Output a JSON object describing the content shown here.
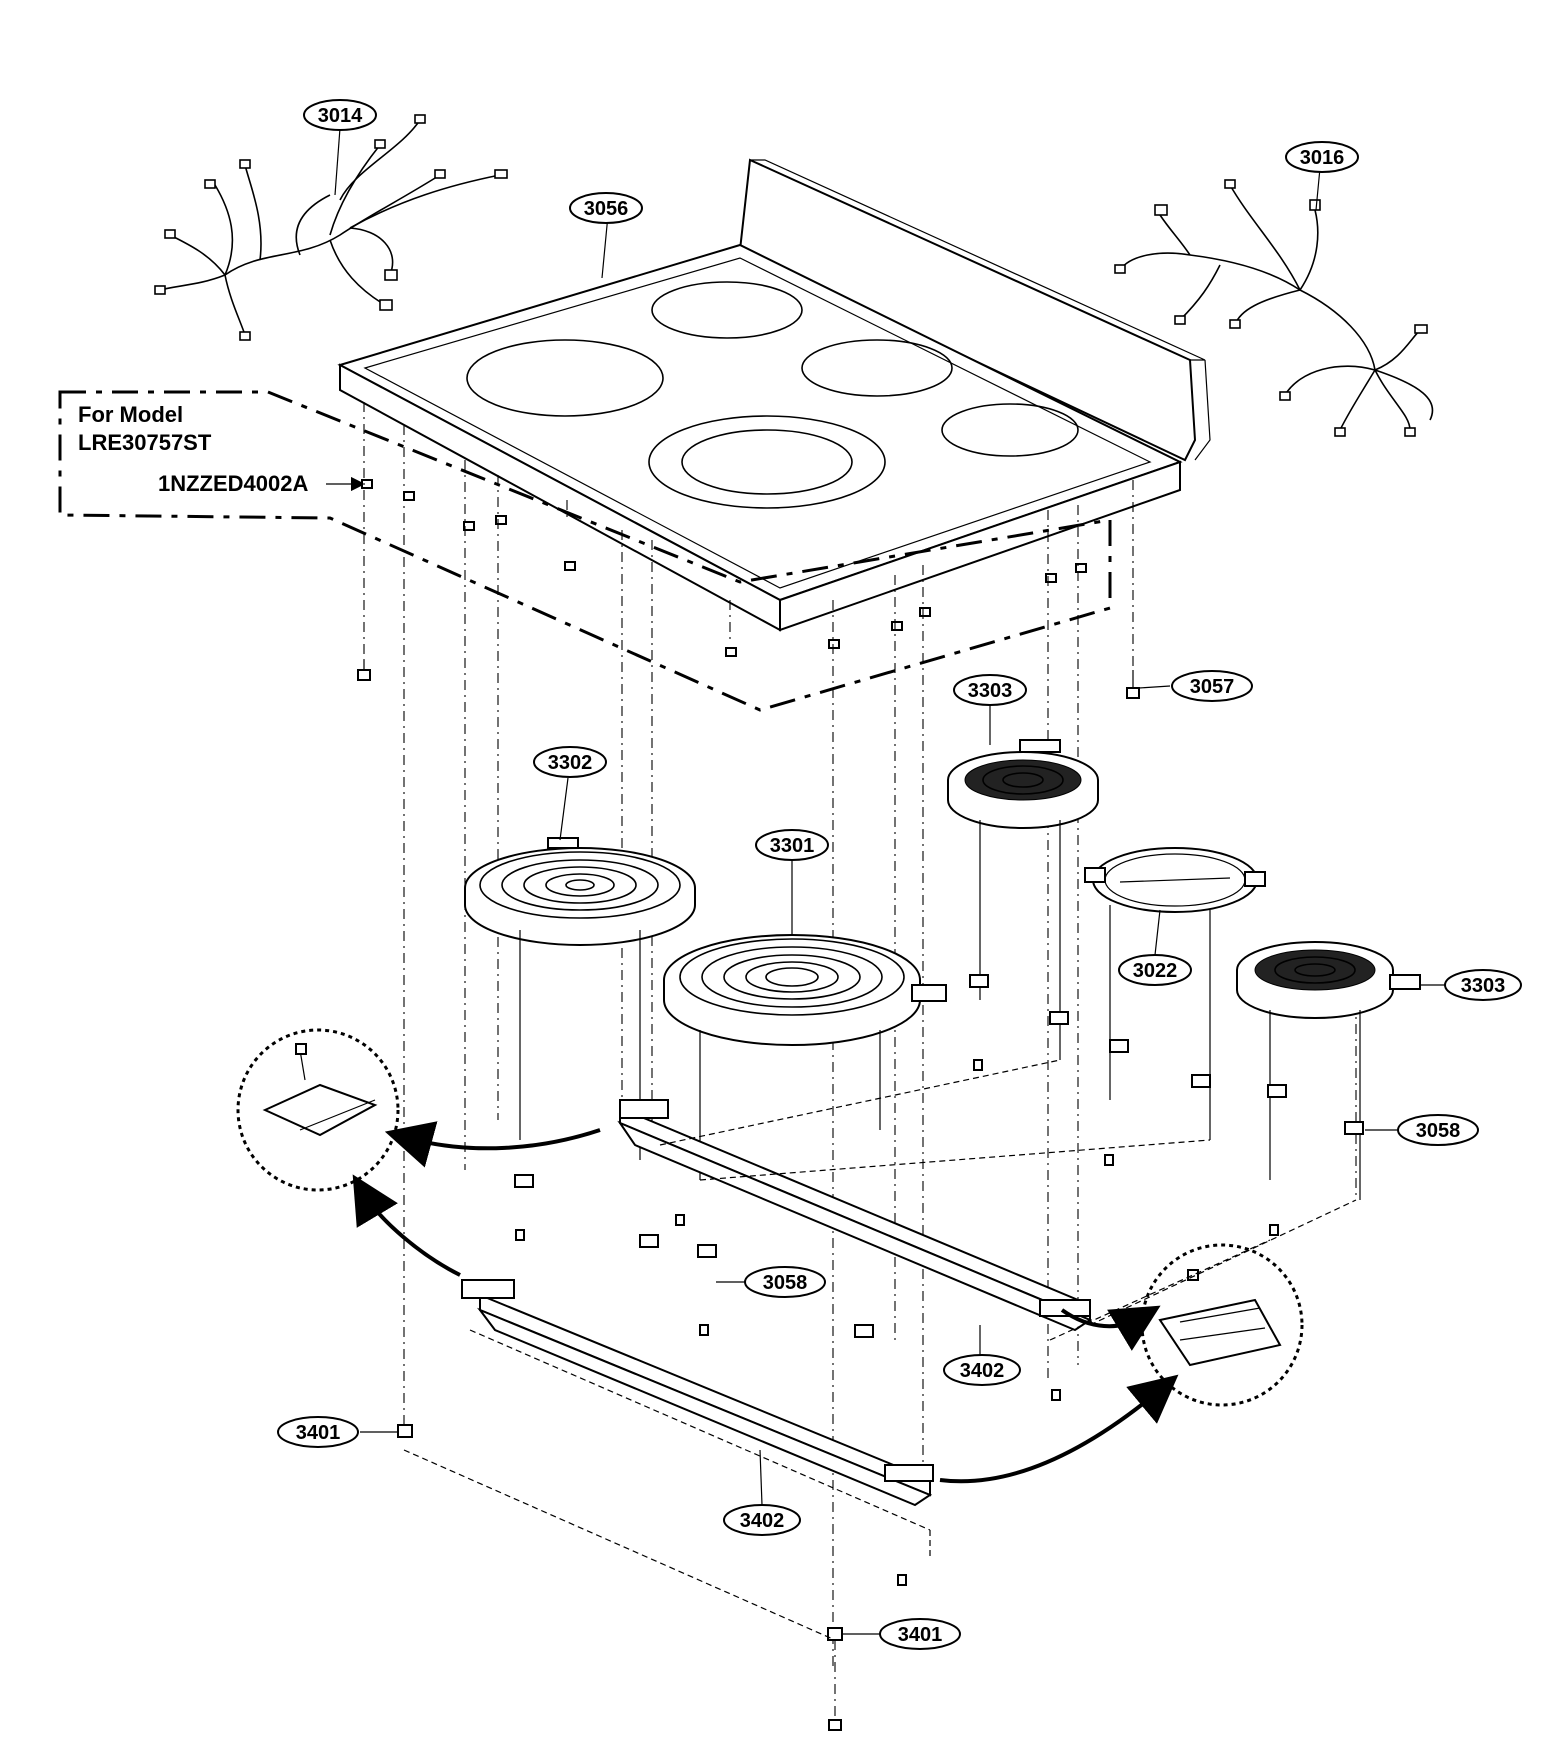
{
  "model_note": {
    "line1": "For Model",
    "line2": "LRE30757ST",
    "part": "1NZZED4002A"
  },
  "callouts": {
    "c3014": "3014",
    "c3056": "3056",
    "c3016": "3016",
    "c3057": "3057",
    "c3303a": "3303",
    "c3302": "3302",
    "c3301": "3301",
    "c3022": "3022",
    "c3303b": "3303",
    "c3058a": "3058",
    "c3058b": "3058",
    "c3402a": "3402",
    "c3401a": "3401",
    "c3402b": "3402",
    "c3401b": "3401"
  }
}
